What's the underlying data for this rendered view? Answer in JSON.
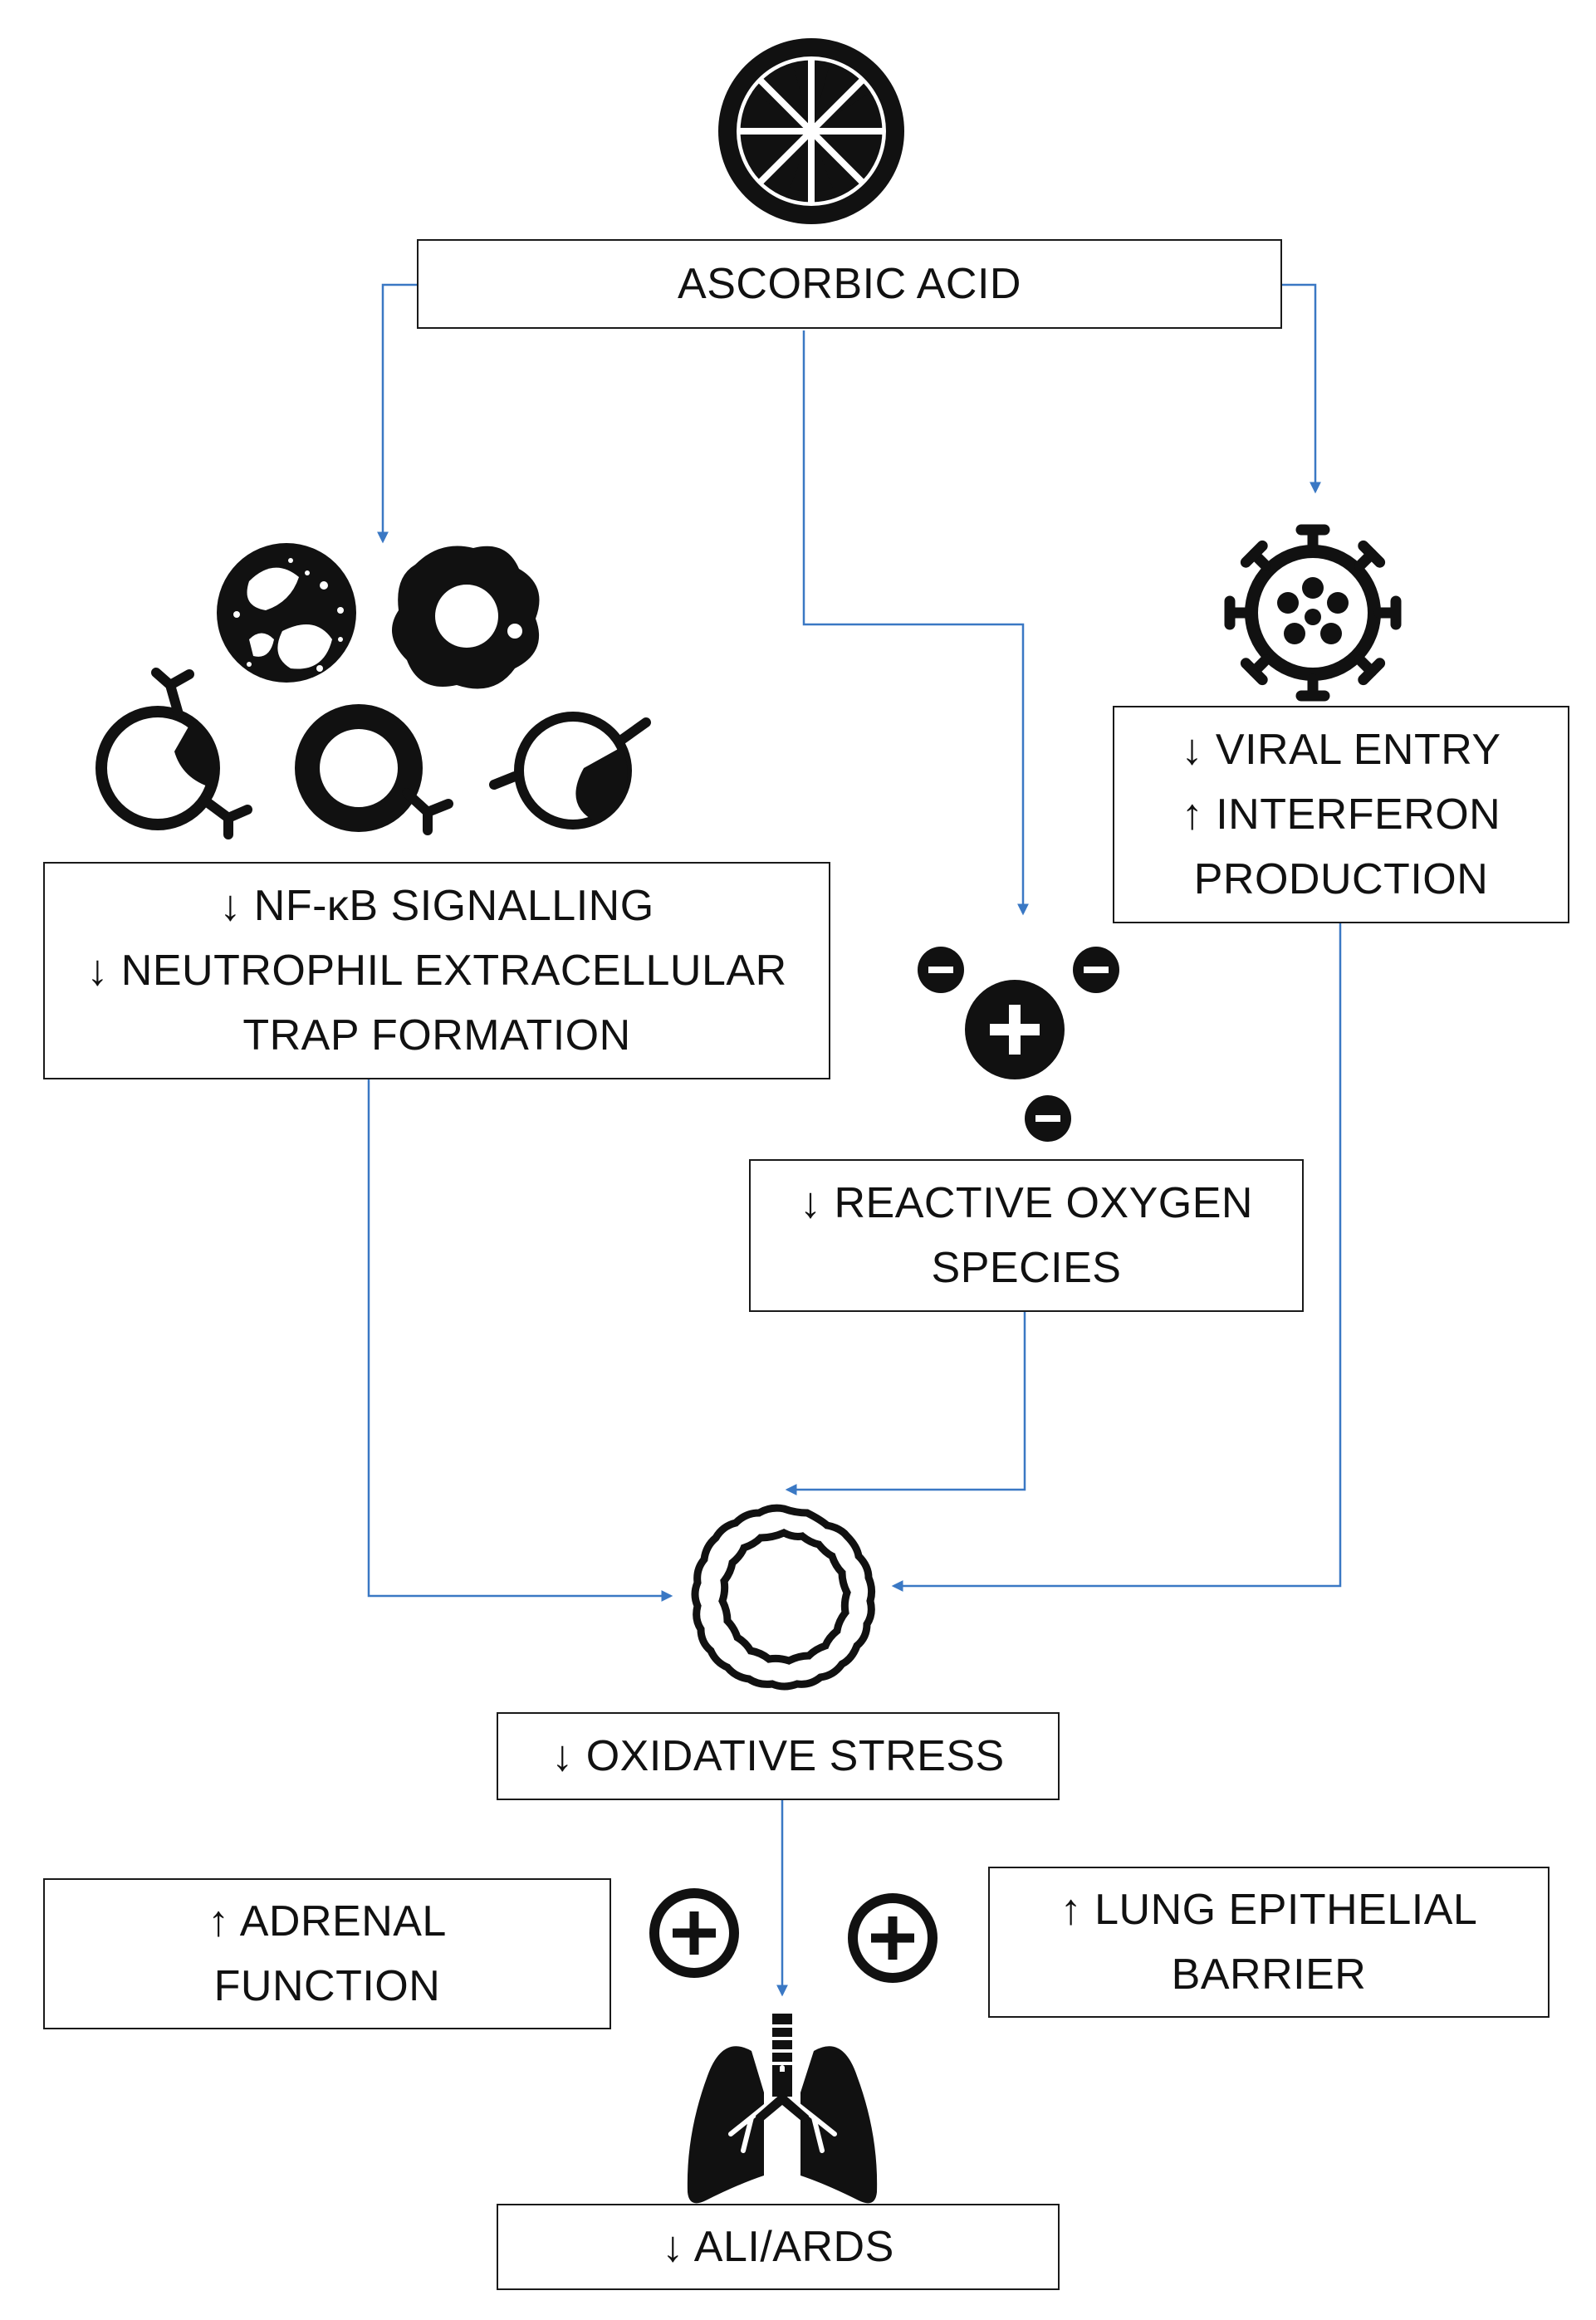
{
  "diagram": {
    "nodes": {
      "ascorbic_acid": {
        "lines": [
          "ASCORBIC ACID"
        ]
      },
      "immune": {
        "lines": [
          "↓ NF-κB SIGNALLING",
          "↓ NEUTROPHIL EXTRACELLULAR",
          "TRAP FORMATION"
        ]
      },
      "viral": {
        "lines": [
          "↓ VIRAL ENTRY",
          "↑ INTERFERON",
          "PRODUCTION"
        ]
      },
      "ros": {
        "lines": [
          "↓ REACTIVE OXYGEN",
          "SPECIES"
        ]
      },
      "oxidative": {
        "lines": [
          "↓ OXIDATIVE STRESS"
        ]
      },
      "adrenal": {
        "lines": [
          "↑ ADRENAL",
          "FUNCTION"
        ]
      },
      "lung_barrier": {
        "lines": [
          "↑ LUNG EPITHELIAL",
          "BARRIER"
        ]
      },
      "ali": {
        "lines": [
          "↓ ALI/ARDS"
        ]
      }
    },
    "icons": [
      "lemon-slice-icon",
      "immune-cells-icon",
      "virus-icon",
      "free-radical-icon",
      "blood-vessel-icon",
      "plus-circle-icon",
      "lungs-icon"
    ],
    "colors": {
      "connector": "#3a78c4",
      "box_border": "#1a1a1a",
      "icon": "#111111",
      "background": "#ffffff"
    }
  }
}
